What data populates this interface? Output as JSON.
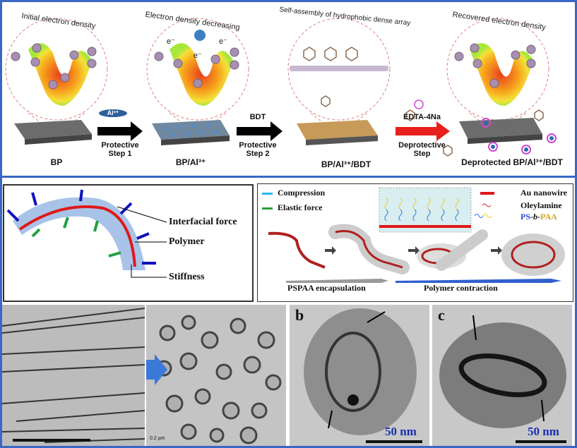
{
  "top_panel": {
    "circle_titles": [
      "Initial electron density",
      "Electron density decreasing",
      "Self-assembly of hydrophobic dense array",
      "Recovered electron density"
    ],
    "electron_label": "e⁻",
    "stages": [
      "BP",
      "BP/Al³⁺",
      "BP/Al³⁺/BDT",
      "Deprotected BP/Al³⁺/BDT"
    ],
    "steps": [
      {
        "reagent": "Al³⁺",
        "label_line1": "Protective",
        "label_line2": "Step 1",
        "color": "#000000"
      },
      {
        "reagent": "BDT",
        "label_line1": "Protective",
        "label_line2": "Step 2",
        "color": "#000000"
      },
      {
        "reagent": "EDTA-4Na",
        "label_line1": "Deprotective",
        "label_line2": "Step",
        "color": "#e8201c"
      }
    ]
  },
  "force_panel": {
    "labels": [
      "Interfacial force",
      "Polymer",
      "Stiffness"
    ]
  },
  "mechanism_panel": {
    "legend_left": [
      "Compression",
      "Elastic force"
    ],
    "legend_right": [
      "Au nanowire",
      "Oleylamine"
    ],
    "ps_b_paa": {
      "ps": "PS",
      "dash1": "-",
      "b": "b",
      "dash2": "-",
      "paa": "PAA"
    },
    "process_labels": [
      "PSPAA encapsulation",
      "Polymer contraction"
    ]
  },
  "tem_panels": {
    "panel_b_letter": "b",
    "panel_c_letter": "c",
    "scale_b": "50 nm",
    "scale_c": "50 nm",
    "scale_ring": "0.2 µm"
  },
  "colors": {
    "frame": "#3a67c4",
    "arrow_blue": "#3b78d8",
    "compression": "#29b6f6",
    "elastic": "#2a9d3a",
    "wire": "#d0201c"
  }
}
